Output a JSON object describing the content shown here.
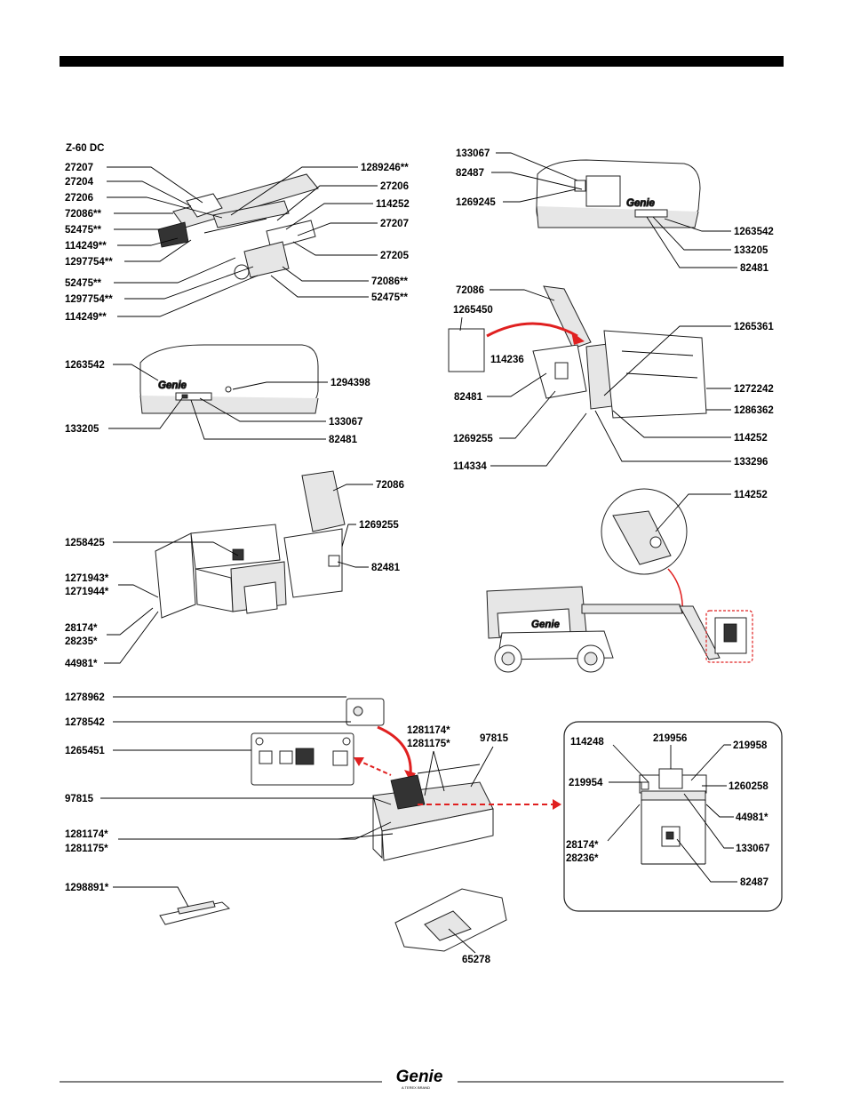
{
  "section_title": "Z-60 DC",
  "footer": {
    "brand": "Genie",
    "tagline": "A TEREX BRAND"
  },
  "decal_brand": "Genie",
  "part_labels": {
    "p27207a": "27207",
    "p27204": "27204",
    "p27206a": "27206",
    "p72086a": "72086**",
    "p52475a": "52475**",
    "p114249a": "114249**",
    "p1297754a": "1297754**",
    "p52475b": "52475**",
    "p1297754b": "1297754**",
    "p114249b": "114249**",
    "p1289246": "1289246**",
    "p27206b": "27206",
    "p114252a": "114252",
    "p27207b": "27207",
    "p27205": "27205",
    "p72086b": "72086**",
    "p52475c": "52475**",
    "p1263542a": "1263542",
    "p1294398": "1294398",
    "p133205a": "133205",
    "p133067a": "133067",
    "p82481a": "82481",
    "p133067b": "133067",
    "p82487a": "82487",
    "p1269245": "1269245",
    "p1263542b": "1263542",
    "p133205b": "133205",
    "p82481b": "82481",
    "p72086c": "72086",
    "p1265450": "1265450",
    "p114236": "114236",
    "p82481c": "82481",
    "p1269255a": "1269255",
    "p114334": "114334",
    "p1265361": "1265361",
    "p1272242": "1272242",
    "p1286362": "1286362",
    "p114252b": "114252",
    "p133296": "133296",
    "p72086d": "72086",
    "p1269255b": "1269255",
    "p1258425": "1258425",
    "p1271943": "1271943*",
    "p1271944": "1271944*",
    "p28174a": "28174*",
    "p28235a": "28235*",
    "p44981a": "44981*",
    "p82481d": "82481",
    "p114252c": "114252",
    "p1278962": "1278962",
    "p1278542": "1278542",
    "p1265451": "1265451",
    "p97815a": "97815",
    "p1281174a": "1281174*",
    "p1281175a": "1281175*",
    "p1281174b": "1281174*",
    "p1281175b": "1281175*",
    "p97815b": "97815",
    "p1298891": "1298891*",
    "p65278": "65278",
    "p114248": "114248",
    "p219956": "219956",
    "p219958": "219958",
    "p219954": "219954",
    "p1260258": "1260258",
    "p44981b": "44981*",
    "p28174b": "28174*",
    "p28236": "28236*",
    "p133067c": "133067",
    "p82487b": "82487"
  }
}
